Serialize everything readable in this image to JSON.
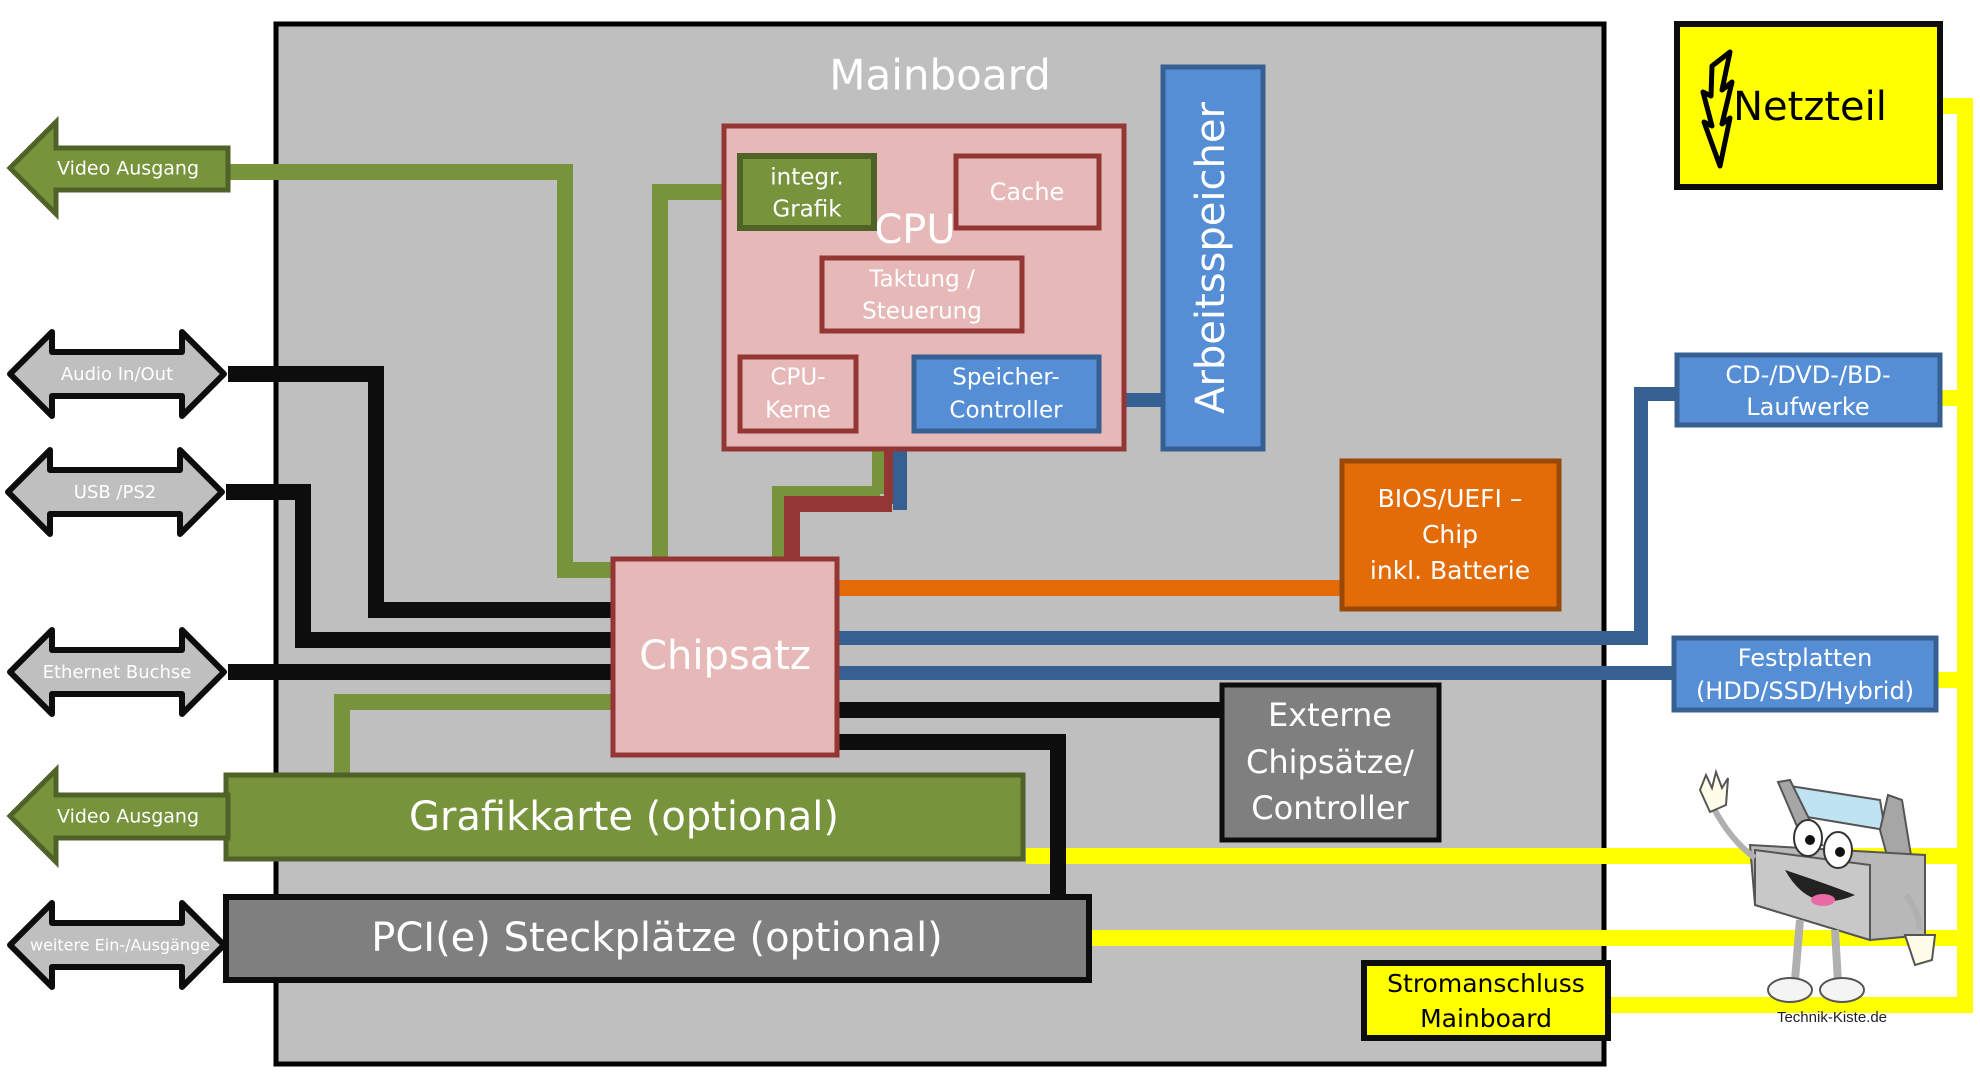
{
  "diagram": {
    "title": "Mainboard",
    "colors": {
      "board_fill": "#bfbfbf",
      "board_border": "#000000",
      "cpu_fill": "#e6b8b7",
      "cpu_border": "#943634",
      "green": "#77933c",
      "green_border": "#4f6228",
      "blue": "#558ed5",
      "blue_border": "#366092",
      "orange": "#e36c09",
      "orange_border": "#984807",
      "gray_box": "#7f7f7f",
      "yellow": "#ffff00",
      "black_line": "#0d0d0d"
    },
    "cpu": {
      "label": "CPU",
      "integr_grafik": [
        "integr.",
        "Grafik"
      ],
      "cache": "Cache",
      "taktung": [
        "Taktung /",
        "Steuerung"
      ],
      "kerne": [
        "CPU-",
        "Kerne"
      ],
      "speicher_controller": [
        "Speicher-",
        "Controller"
      ]
    },
    "arbeitsspeicher": "Arbeitsspeicher",
    "chipsatz": "Chipsatz",
    "bios": [
      "BIOS/UEFI –",
      "Chip",
      "inkl. Batterie"
    ],
    "externe": [
      "Externe",
      "Chipsätze/",
      "Controller"
    ],
    "grafikkarte": "Grafikkarte (optional)",
    "pci": "PCI(e) Steckplätze (optional)",
    "stromanschluss": [
      "Stromanschluss",
      "Mainboard"
    ],
    "netzteil": "Netzteil",
    "laufwerke": [
      "CD-/DVD-/BD-",
      "Laufwerke"
    ],
    "festplatten": [
      "Festplatten",
      "(HDD/SSD/Hybrid)"
    ],
    "ports": {
      "video_out_top": "Video Ausgang",
      "audio": "Audio In/Out",
      "usb": "USB /PS2",
      "ethernet": "Ethernet Buchse",
      "video_out_bottom": "Video Ausgang",
      "weitere": "weitere Ein-/Ausgänge"
    },
    "credit": "Technik-Kiste.de"
  }
}
